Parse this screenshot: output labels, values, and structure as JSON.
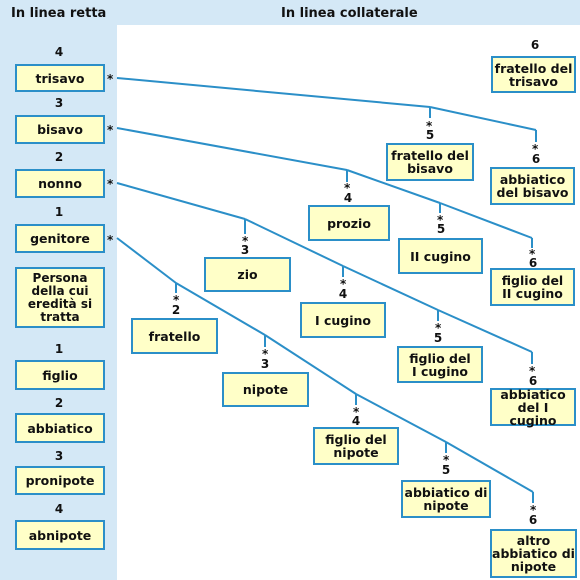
{
  "headers": {
    "direct": "In linea retta",
    "collateral": "In linea collaterale"
  },
  "star_mark": "*",
  "direct_line": {
    "ascendants": [
      {
        "degree": "4",
        "label": "trisavo"
      },
      {
        "degree": "3",
        "label": "bisavo"
      },
      {
        "degree": "2",
        "label": "nonno"
      },
      {
        "degree": "1",
        "label": "genitore"
      }
    ],
    "person": "Persona\ndella cui\neredità si\ntratta",
    "descendants": [
      {
        "degree": "1",
        "label": "figlio"
      },
      {
        "degree": "2",
        "label": "abbiatico"
      },
      {
        "degree": "3",
        "label": "pronipote"
      },
      {
        "degree": "4",
        "label": "abnipote"
      }
    ]
  },
  "collateral_line": {
    "trisavo_branch": [
      {
        "degree": "6",
        "label": "fratello del\ntrisavo"
      }
    ],
    "bisavo_branch": [
      {
        "degree": "5",
        "label": "fratello del\nbisavo"
      },
      {
        "degree": "6",
        "label": "abbiatico\ndel bisavo"
      }
    ],
    "nonno_branch": [
      {
        "degree": "4",
        "label": "prozio"
      },
      {
        "degree": "5",
        "label": "II cugino"
      },
      {
        "degree": "6",
        "label": "figlio del\nII cugino"
      }
    ],
    "genitore_branch": [
      {
        "degree": "3",
        "label": "zio"
      },
      {
        "degree": "4",
        "label": "I cugino"
      },
      {
        "degree": "5",
        "label": "figlio del\nI cugino"
      },
      {
        "degree": "6",
        "label": "abbiatico\ndel I cugino"
      }
    ],
    "person_branch": [
      {
        "degree": "2",
        "label": "fratello"
      },
      {
        "degree": "3",
        "label": "nipote"
      },
      {
        "degree": "4",
        "label": "figlio del\nnipote"
      },
      {
        "degree": "5",
        "label": "abbiatico di\nnipote"
      },
      {
        "degree": "6",
        "label": "altro\nabbiatico di\nnipote"
      }
    ]
  },
  "colors": {
    "panel": "#d4e8f6",
    "box_fill": "#ffffc8",
    "box_border": "#2b8fc8",
    "line": "#2b8fc8"
  }
}
